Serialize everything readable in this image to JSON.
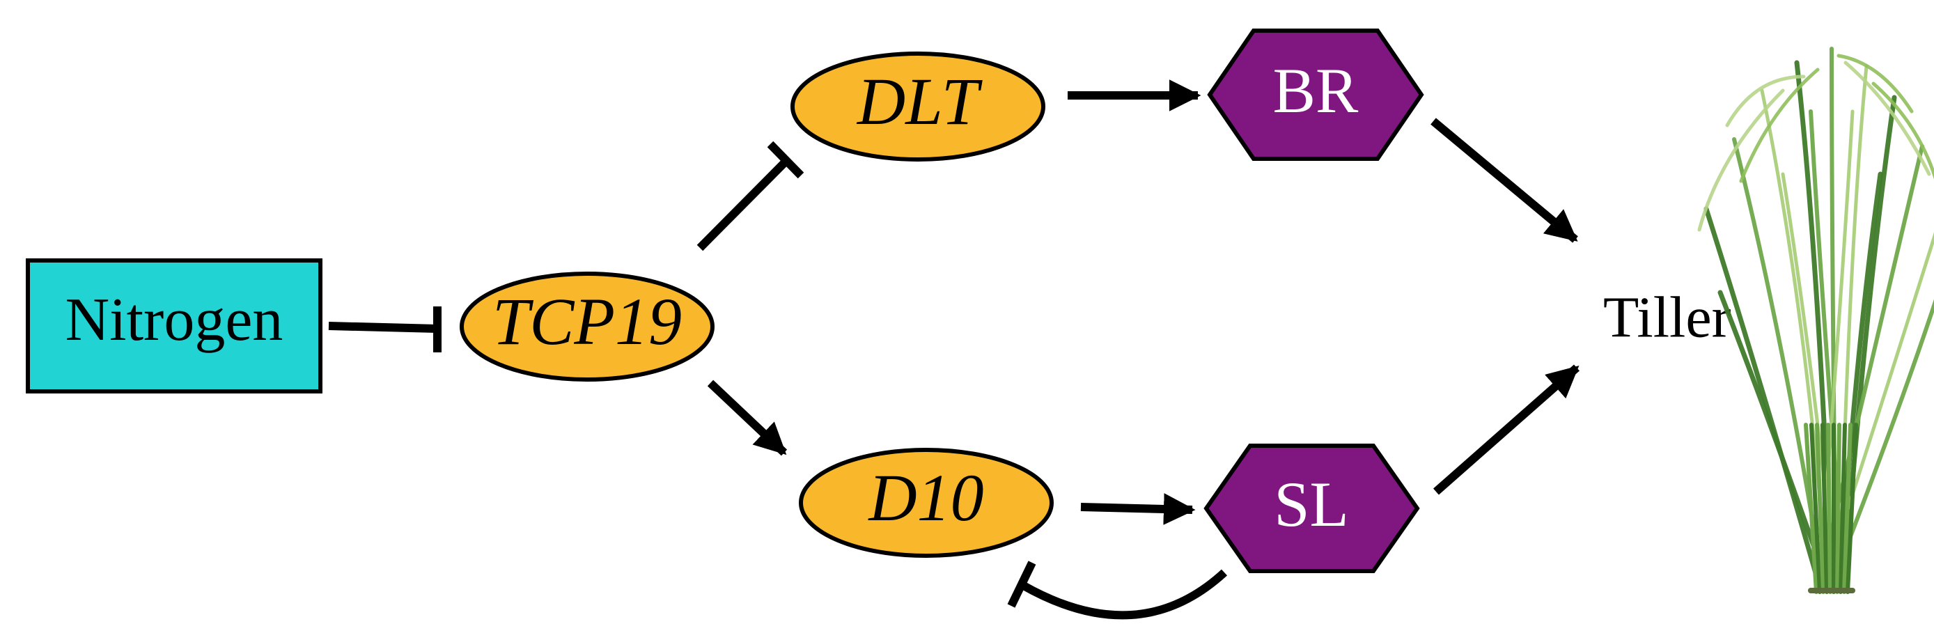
{
  "colors": {
    "input_fill": "#22D3D3",
    "gene_fill": "#F9B82C",
    "hormone_fill": "#80167F",
    "stroke": "#000000",
    "plant_green": "#6FA84A"
  },
  "nodes": {
    "nitrogen": "Nitrogen",
    "tcp19": "TCP19",
    "dlt": "DLT",
    "d10": "D10",
    "br": "BR",
    "sl": "SL",
    "tiller": "Tiller"
  },
  "icons": {
    "plant": "rice-plant-icon"
  }
}
